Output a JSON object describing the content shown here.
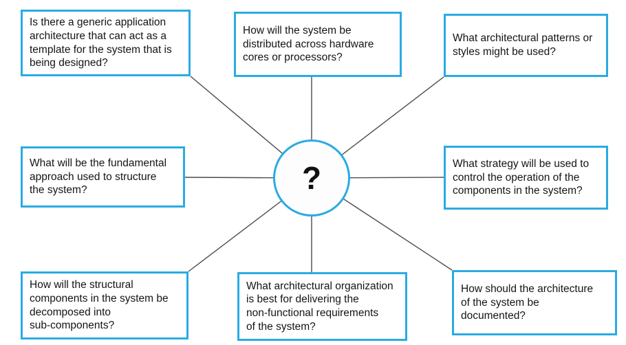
{
  "colors": {
    "accent": "#29abe2",
    "line": "#4c4c4c",
    "text": "#141414"
  },
  "center": {
    "symbol": "?"
  },
  "nodes": [
    {
      "id": "top-left",
      "text": "Is there a generic application\narchitecture that can act as a\ntemplate for the system that is\nbeing designed?"
    },
    {
      "id": "top-middle",
      "text": "How will the system be\ndistributed across hardware\ncores or processors?"
    },
    {
      "id": "top-right",
      "text": "What architectural patterns or\nstyles might be used?"
    },
    {
      "id": "middle-left",
      "text": "What will be the fundamental\napproach used to structure\nthe system?"
    },
    {
      "id": "middle-right",
      "text": "What strategy will be used to\ncontrol the operation of the\ncomponents in the system?"
    },
    {
      "id": "bottom-left",
      "text": "How will the structural\ncomponents in the system be\ndecomposed into\nsub-components?"
    },
    {
      "id": "bottom-middle",
      "text": "What architectural organization\nis best for delivering the\nnon-functional requirements\nof the system?"
    },
    {
      "id": "bottom-right",
      "text": "How should the architecture\nof the system be\ndocumented?"
    }
  ]
}
